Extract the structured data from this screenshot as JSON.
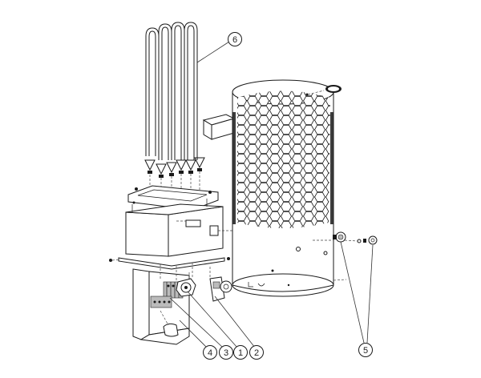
{
  "callouts": [
    {
      "label": "1",
      "part": "part-1"
    },
    {
      "label": "2",
      "part": "part-2"
    },
    {
      "label": "3",
      "part": "part-3"
    },
    {
      "label": "4",
      "part": "part-4"
    },
    {
      "label": "5",
      "part": "part-5"
    },
    {
      "label": "6",
      "part": "heating-elements"
    }
  ]
}
